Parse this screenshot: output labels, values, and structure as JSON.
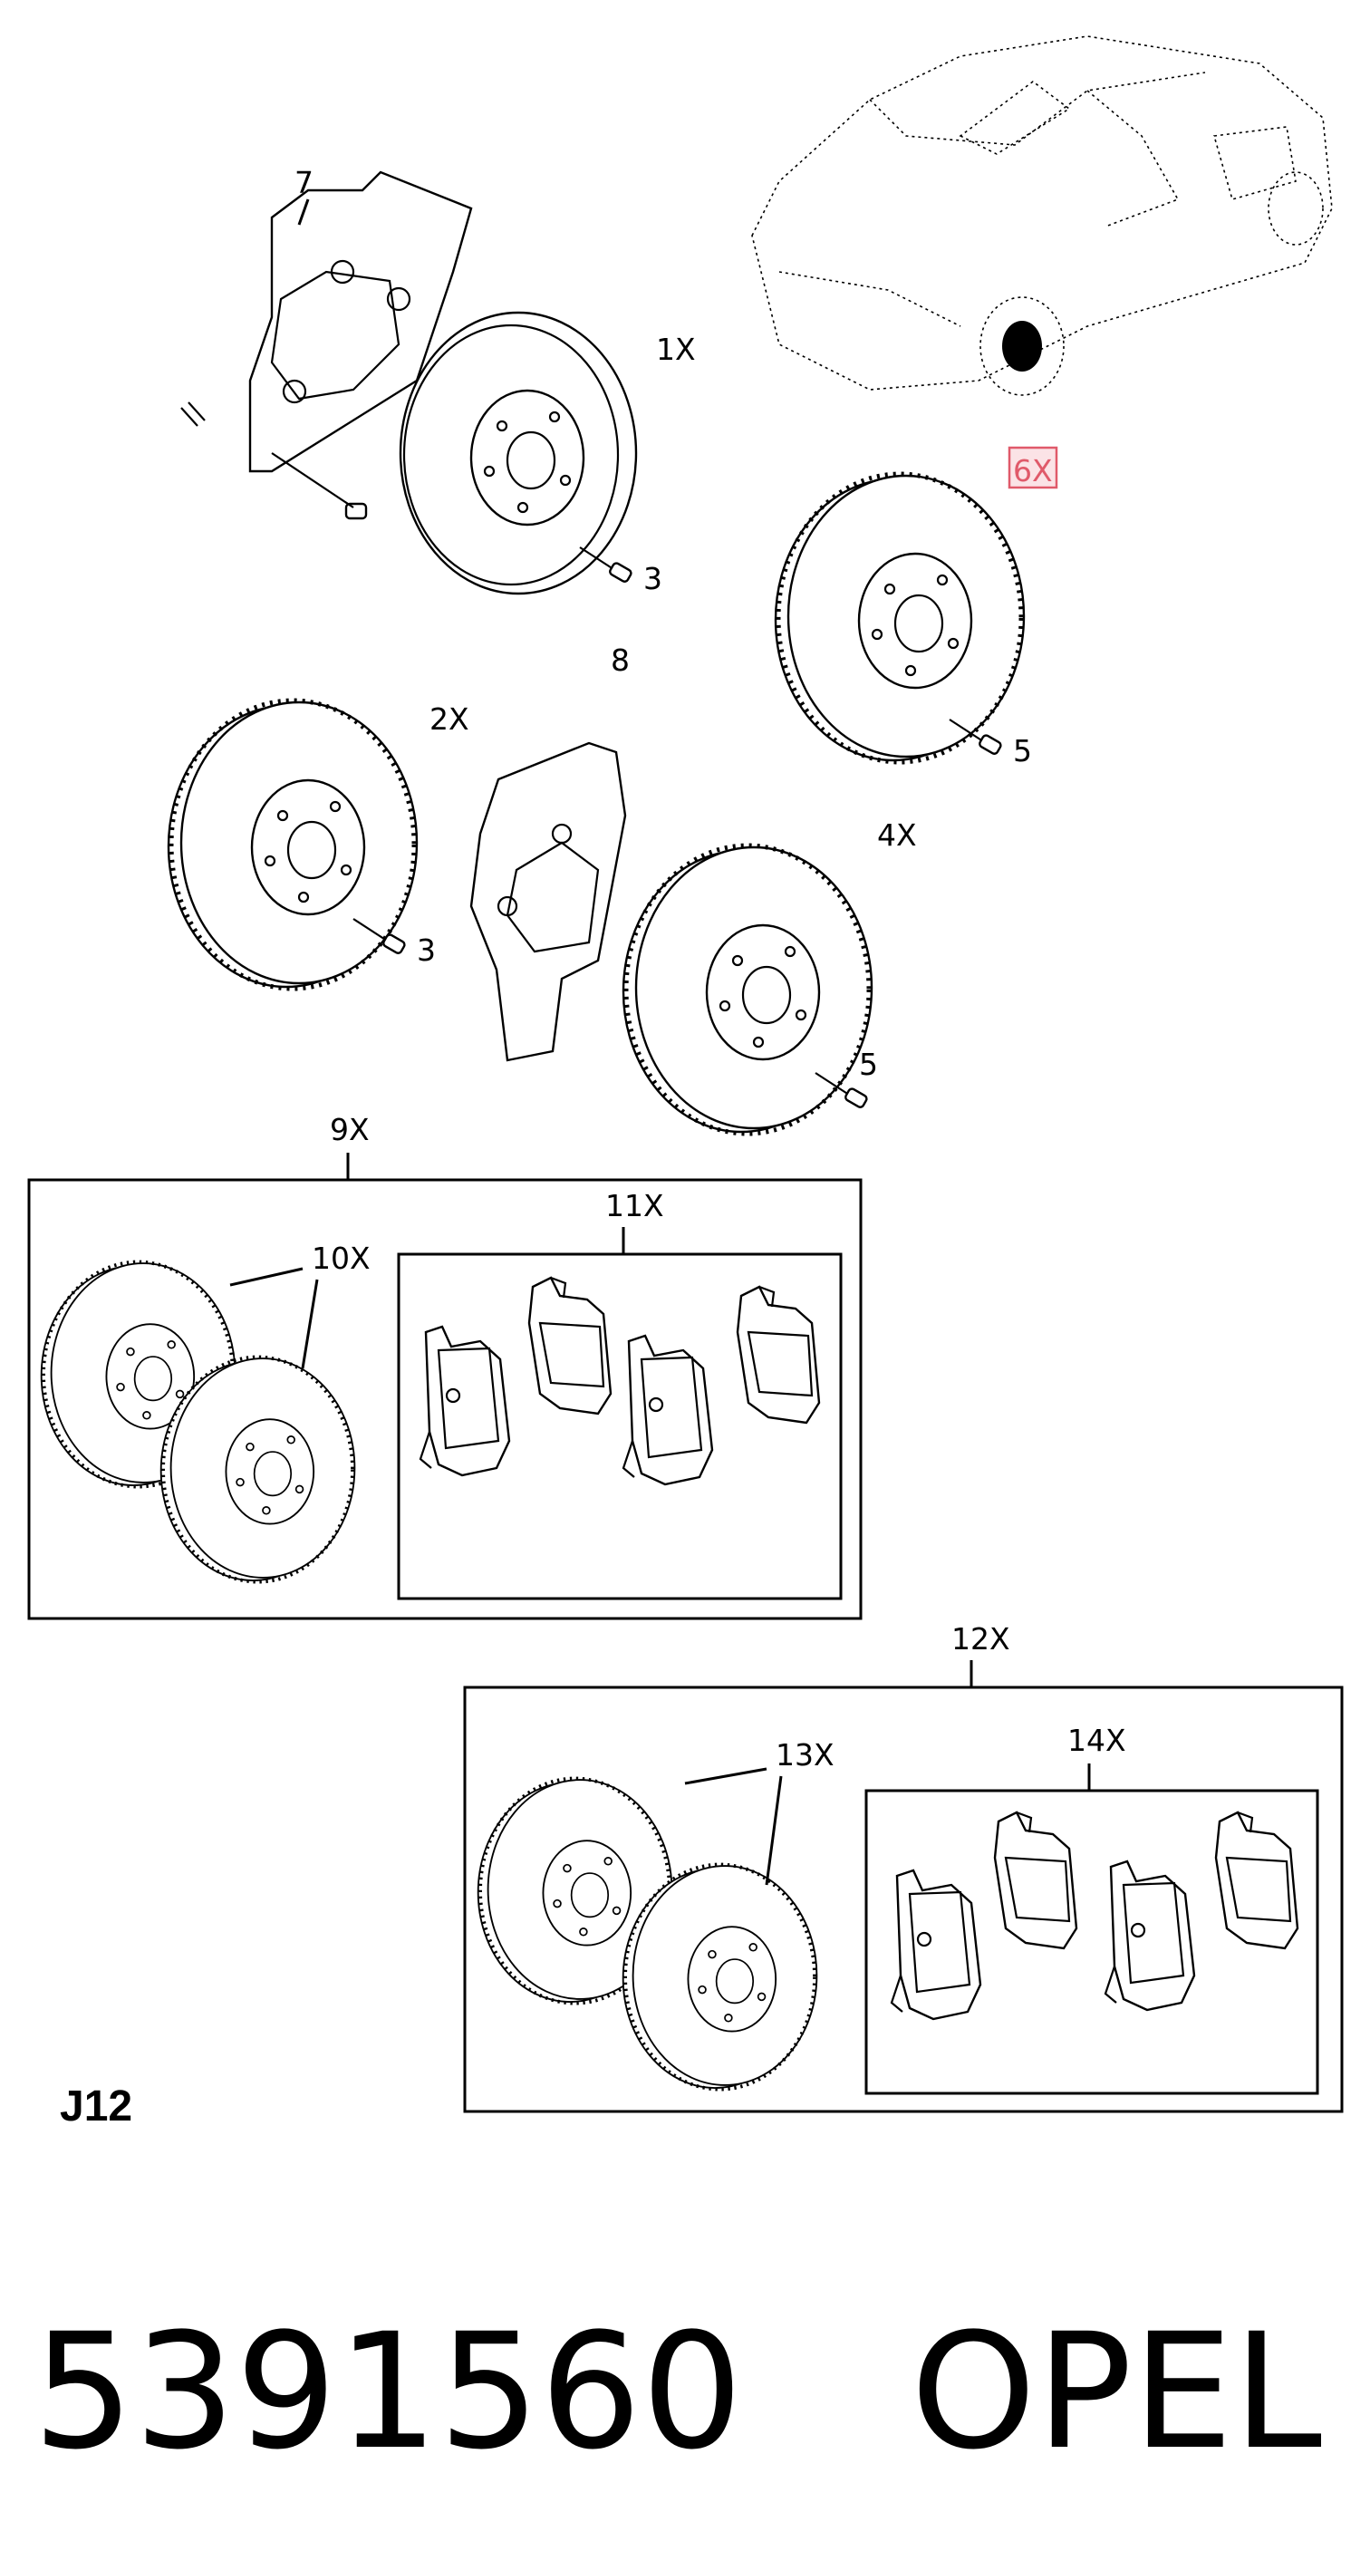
{
  "callouts": {
    "c7": "7",
    "c1x": "1X",
    "c3a": "3",
    "c8": "8",
    "c6x": "6X",
    "c5a": "5",
    "c2x": "2X",
    "c3b": "3",
    "c4x": "4X",
    "c5b": "5",
    "c9x": "9X",
    "c10x": "10X",
    "c11x": "11X",
    "c12x": "12X",
    "c13x": "13X",
    "c14x": "14X"
  },
  "highlight": {
    "label": "6X",
    "color": "#e05a6a"
  },
  "reference_code": "J12",
  "part_number": "5391560",
  "brand": "OPEL"
}
